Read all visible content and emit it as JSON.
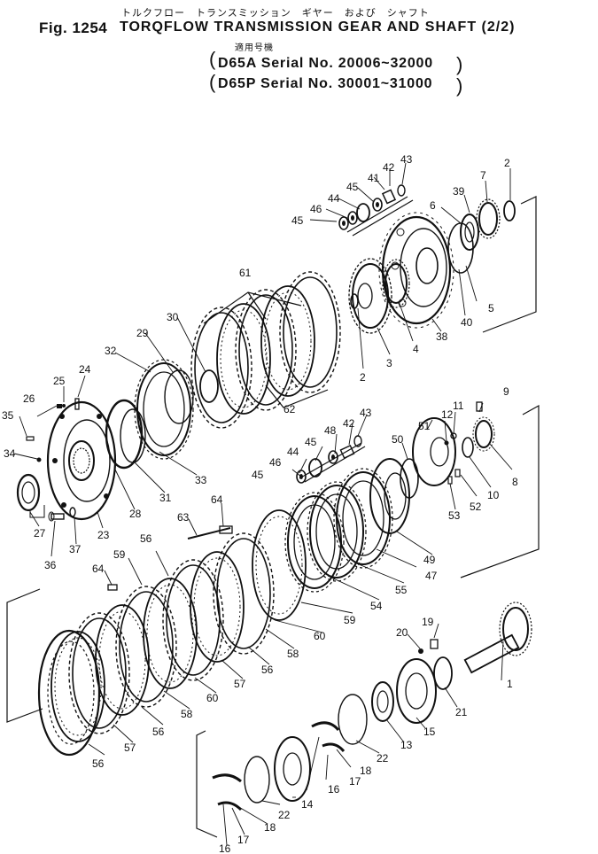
{
  "header": {
    "title_jp": "トルクフロー　トランスミッション　ギヤー　および　シャフト",
    "fig_label": "Fig. 1254",
    "title": "TORQFLOW TRANSMISSION GEAR AND SHAFT (2/2)",
    "applicable_jp": "適用号機",
    "serial_1": "D65A  Serial No. 20006~32000",
    "serial_2": "D65P  Serial No. 30001~31000"
  },
  "callouts": [
    "1",
    "2",
    "3",
    "4",
    "5",
    "6",
    "7",
    "8",
    "9",
    "10",
    "11",
    "12",
    "13",
    "14",
    "15",
    "16",
    "17",
    "18",
    "19",
    "20",
    "21",
    "22",
    "23",
    "24",
    "25",
    "26",
    "27",
    "28",
    "29",
    "30",
    "31",
    "32",
    "33",
    "34",
    "35",
    "36",
    "37",
    "38",
    "39",
    "40",
    "41",
    "42",
    "43",
    "44",
    "45",
    "46",
    "47",
    "48",
    "49",
    "50",
    "51",
    "52",
    "53",
    "54",
    "55",
    "56",
    "57",
    "58",
    "59",
    "60",
    "61",
    "62",
    "63",
    "64"
  ],
  "colors": {
    "ink": "#111111",
    "paper": "#ffffff"
  }
}
